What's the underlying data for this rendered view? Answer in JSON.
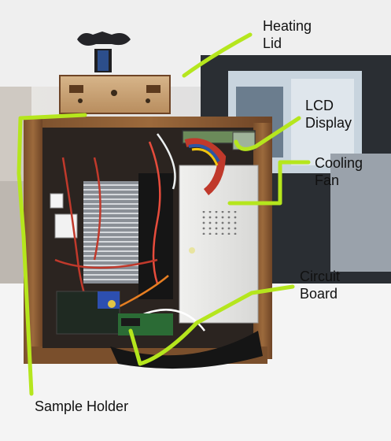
{
  "labels": {
    "heating_lid": [
      "Heating",
      "Lid"
    ],
    "lcd_display": [
      "LCD",
      "Display"
    ],
    "cooling_fan": [
      "Cooling",
      "Fan"
    ],
    "circuit_board": [
      "Circuit",
      "Board"
    ],
    "sample_holder": "Sample Holder"
  },
  "colors": {
    "callout": "#b5e61d",
    "wood": "#9c6a3c",
    "text": "#111111"
  }
}
